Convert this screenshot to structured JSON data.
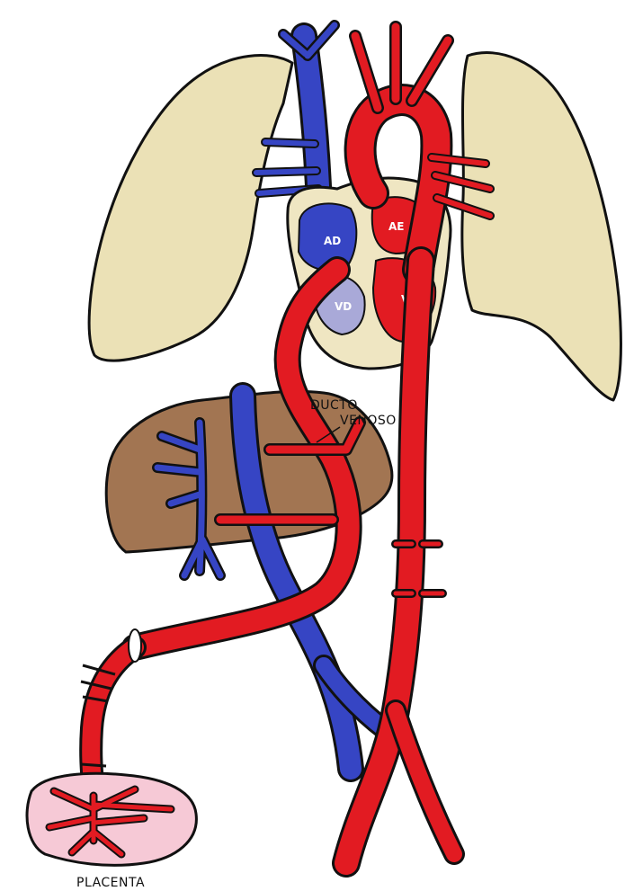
{
  "labels": {
    "ductus_line1": "DUCTO",
    "ductus_line2": "VENOSO",
    "placenta": "PLACENTA",
    "right_atrium": "AD",
    "left_atrium": "AE",
    "right_ventricle": "VD",
    "left_ventricle": "VE"
  },
  "colors": {
    "artery": "#e21b22",
    "vein": "#3645c4",
    "lung": "#ebe1b6",
    "liver": "#a27552",
    "heart_wall": "#efe6c2",
    "ventricle_mixed": "#a9a9d8",
    "placenta_pink": "#f6c9d6",
    "outline": "#111111"
  }
}
